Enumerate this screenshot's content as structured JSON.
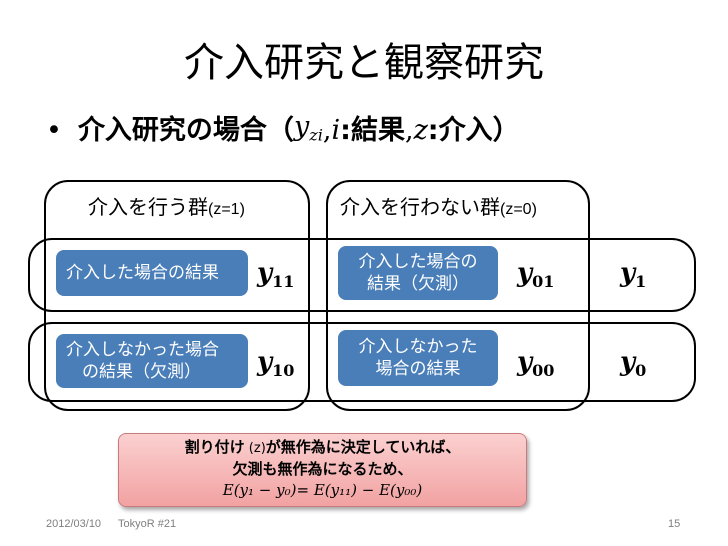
{
  "slide": {
    "title": "介入研究と観察研究",
    "bullet": {
      "dot": "•",
      "text": "介入研究の場合（",
      "y_var": "y",
      "y_sub": "zi",
      "sep1": ", ",
      "i_var": "i",
      "i_def": ":結果",
      "sep2": ", ",
      "z_var": "z",
      "z_def": ":介入",
      "close": "）"
    },
    "groups": {
      "treat": {
        "label": "介入を行う群",
        "cond": "(z=1)"
      },
      "control": {
        "label": "介入を行わない群",
        "cond": "(z=0)"
      }
    },
    "rows": [
      {
        "treat_cell": [
          "介入した場合の結果"
        ],
        "treat_y": {
          "sym": "y",
          "sub": "11"
        },
        "control_cell": [
          "介入した場合の",
          "結果（欠測）"
        ],
        "control_y": {
          "sym": "y",
          "sub": "01"
        },
        "total_y": {
          "sym": "y",
          "sub": "1"
        }
      },
      {
        "treat_cell": [
          "介入しなかった場合",
          "の結果（欠測）"
        ],
        "treat_y": {
          "sym": "y",
          "sub": "10"
        },
        "control_cell": [
          "介入しなかった",
          "場合の結果"
        ],
        "control_y": {
          "sym": "y",
          "sub": "00"
        },
        "total_y": {
          "sym": "y",
          "sub": "0"
        }
      }
    ],
    "note": {
      "line1_a": "割り付け",
      "line1_b": " (z)",
      "line1_c": "が無作為に決定していれば、",
      "line2": "欠測も無作為になるため、",
      "eq_lhs": "E(y₁ − y₀)",
      "eq_mid": "= ",
      "eq_rhs": "E(y₁₁) − E(y₀₀)"
    },
    "footer": {
      "date": "2012/03/10",
      "event": "TokyoR #21",
      "page": "15"
    }
  },
  "colors": {
    "cell_blue": "#4a7eb8",
    "note_pink": "#f2a2a2",
    "footer_gray": "#7f7f7f"
  }
}
